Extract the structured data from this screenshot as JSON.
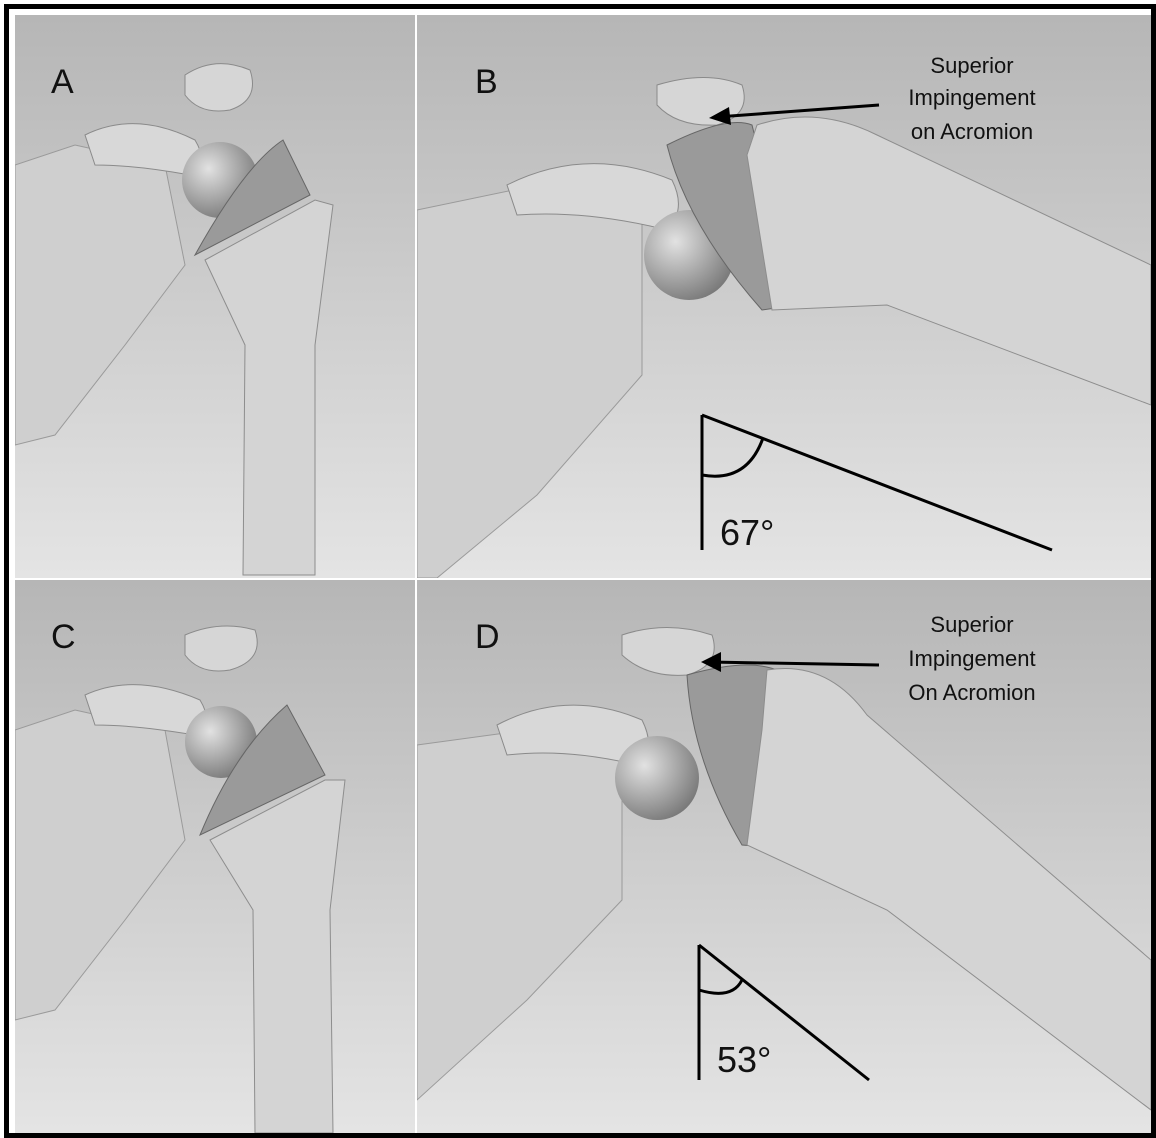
{
  "panels": [
    {
      "label": "A"
    },
    {
      "label": "B",
      "annotation": [
        "Superior",
        "Impingement",
        "on Acromion"
      ],
      "angle": "67°"
    },
    {
      "label": "C"
    },
    {
      "label": "D",
      "annotation": [
        "Superior",
        "Impingement",
        "On Acromion"
      ],
      "angle": "53°"
    }
  ],
  "colors": {
    "background_top": "#b9b9b9",
    "background_bottom": "#e6e6e6",
    "bone": "#d2d2d2",
    "implant": "#8f8f8f",
    "line": "#000000"
  }
}
